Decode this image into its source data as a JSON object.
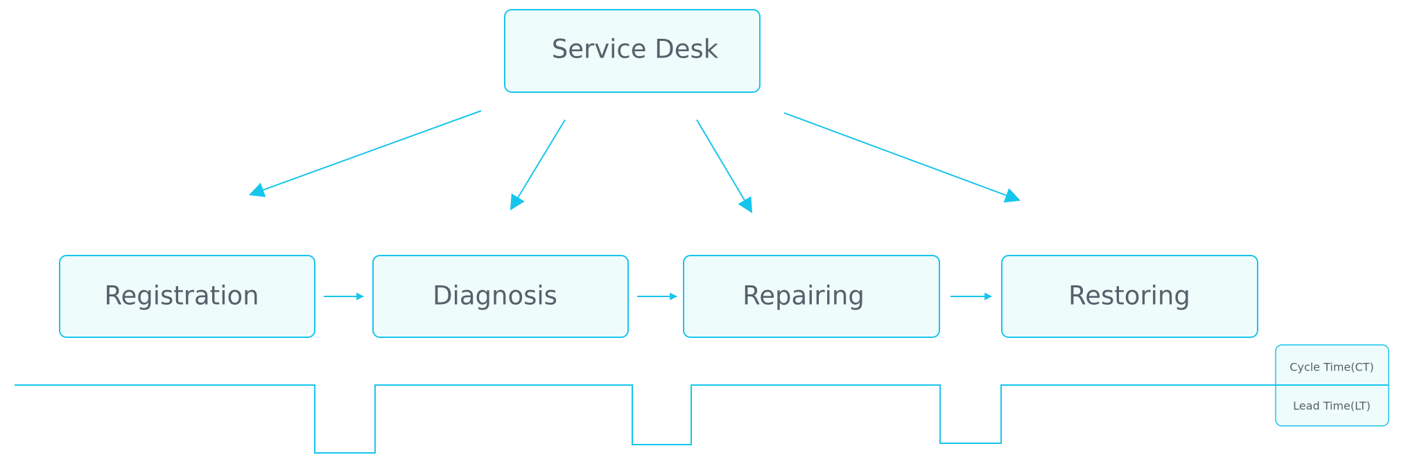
{
  "top_box": {
    "label": "Service Desk"
  },
  "stages": [
    {
      "label": "Registration"
    },
    {
      "label": "Diagnosis"
    },
    {
      "label": "Repairing"
    },
    {
      "label": "Restoring"
    }
  ],
  "legend": {
    "cycle_time": "Cycle Time(CT)",
    "lead_time": "Lead Time(LT)"
  },
  "colors": {
    "accent": "#16c5ec",
    "box_fill": "#effcfc",
    "text": "#56606a"
  }
}
